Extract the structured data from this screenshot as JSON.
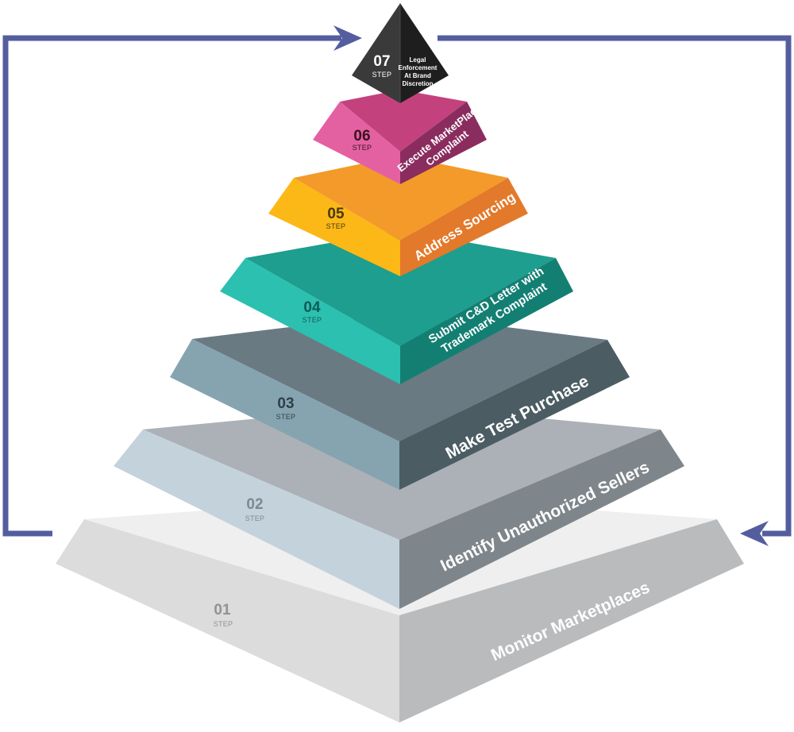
{
  "diagram": {
    "arrow_color": "#545d9e",
    "levels": [
      {
        "number": "01",
        "step_label": "STEP",
        "title_lines": [
          "Monitor Marketplaces"
        ],
        "colors": {
          "top": "#efefef",
          "front": "#dcdcdc",
          "side": "#b9bbbd",
          "text": "#8f9294"
        }
      },
      {
        "number": "02",
        "step_label": "STEP",
        "title_lines": [
          "Identify Unauthorized Sellers"
        ],
        "colors": {
          "top": "#abb1b7",
          "front": "#c4d2dc",
          "side": "#7e868b",
          "text": "#7d8a92"
        }
      },
      {
        "number": "03",
        "step_label": "STEP",
        "title_lines": [
          "Make Test Purchase"
        ],
        "colors": {
          "top": "#6a7a82",
          "front": "#86a4b0",
          "side": "#4b5c63",
          "text": "#2f3f47"
        }
      },
      {
        "number": "04",
        "step_label": "STEP",
        "title_lines": [
          "Submit C&D Letter with",
          "Trademark Complaint"
        ],
        "colors": {
          "top": "#1e9e8e",
          "front": "#2cc0b0",
          "side": "#137f73",
          "text": "#0f5c55"
        }
      },
      {
        "number": "05",
        "step_label": "STEP",
        "title_lines": [
          "Address Sourcing"
        ],
        "colors": {
          "top": "#f39a2a",
          "front": "#fbb817",
          "side": "#e3792a",
          "text": "#4a3a10"
        }
      },
      {
        "number": "06",
        "step_label": "STEP",
        "title_lines": [
          "Execute MarketPlace",
          "Complaint"
        ],
        "colors": {
          "top": "#c3427e",
          "front": "#e461a1",
          "side": "#8a2c5e",
          "text": "#3a1022"
        }
      },
      {
        "number": "07",
        "step_label": "STEP",
        "title_lines": [
          "Legal",
          "Enforcement",
          "At Brand",
          "Discretion"
        ],
        "colors": {
          "top": "#2e2e2e",
          "front": "#3a3a3a",
          "side": "#1e1e1e",
          "text": "#ffffff"
        }
      }
    ]
  }
}
